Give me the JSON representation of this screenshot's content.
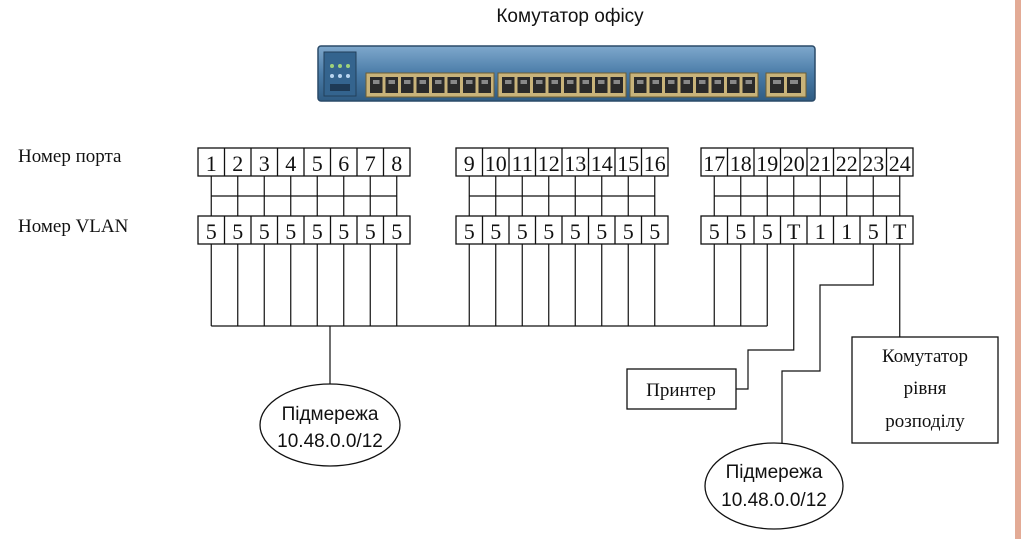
{
  "title": "Комутатор офісу",
  "labels": {
    "port_number": "Номер порта",
    "vlan_number": "Номер VLAN"
  },
  "ports": [
    "1",
    "2",
    "3",
    "4",
    "5",
    "6",
    "7",
    "8",
    "9",
    "10",
    "11",
    "12",
    "13",
    "14",
    "15",
    "16",
    "17",
    "18",
    "19",
    "20",
    "21",
    "22",
    "23",
    "24"
  ],
  "vlans": [
    "5",
    "5",
    "5",
    "5",
    "5",
    "5",
    "5",
    "5",
    "5",
    "5",
    "5",
    "5",
    "5",
    "5",
    "5",
    "5",
    "5",
    "5",
    "5",
    "T",
    "1",
    "1",
    "5",
    "T"
  ],
  "printer": "Принтер",
  "distribution_switch": [
    "Комутатор",
    "рівня",
    "розподілу"
  ],
  "subnet_left": [
    "Підмережа",
    "10.48.0.0/12"
  ],
  "subnet_right": [
    "Підмережа",
    "10.48.0.0/12"
  ],
  "colors": {
    "accent_bar": "#e3ab96",
    "switch_body": "#4a7ca8",
    "port_bay": "#c8b37a"
  }
}
